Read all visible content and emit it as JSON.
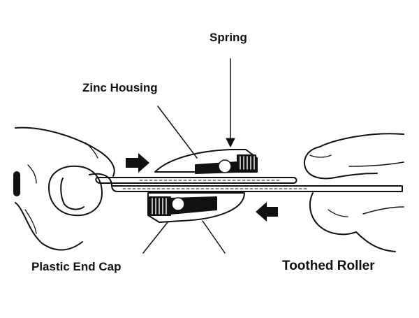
{
  "labels": {
    "spring": "Spring",
    "zinc_housing": "Zinc Housing",
    "plastic_end_cap": "Plastic End Cap",
    "toothed_roller": "Toothed Roller"
  },
  "icons": {
    "push_left_hand": "right-arrow-icon",
    "push_right_hand": "left-arrow-icon"
  }
}
